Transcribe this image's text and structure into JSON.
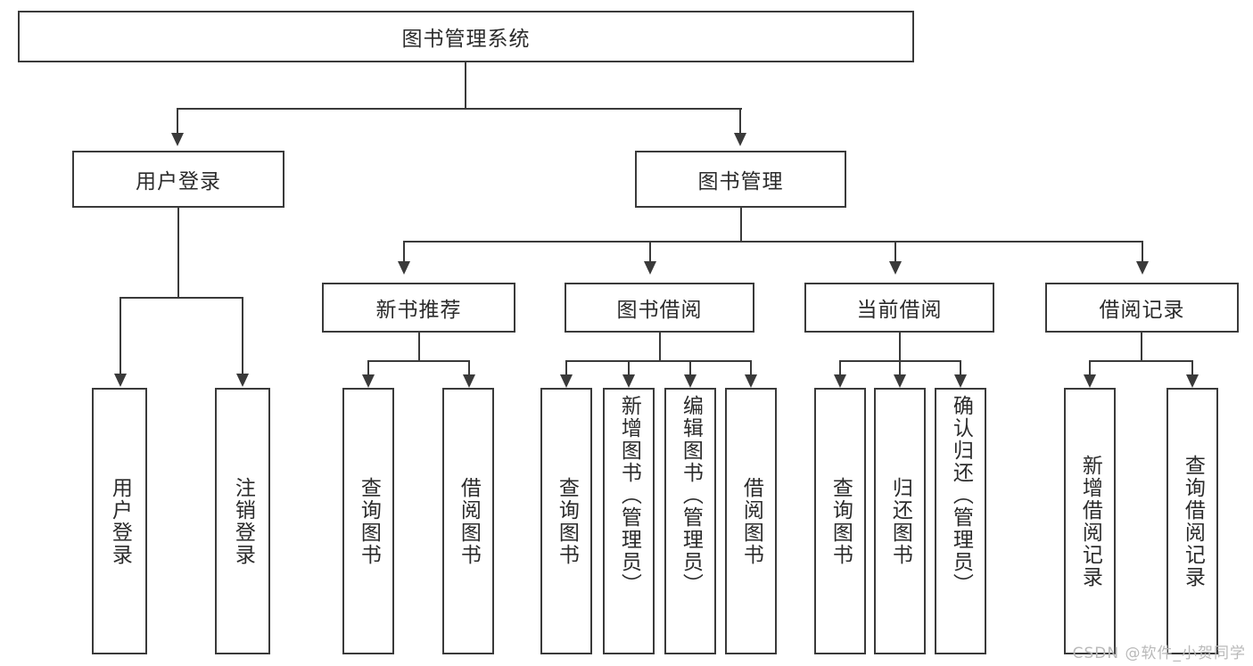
{
  "diagram": {
    "type": "tree",
    "title": "图书管理系统",
    "root": {
      "id": "root",
      "label": "图书管理系统"
    },
    "level2": [
      {
        "id": "user-login",
        "label": "用户登录"
      },
      {
        "id": "book-manage",
        "label": "图书管理"
      }
    ],
    "level3": [
      {
        "id": "new-book-recommend",
        "label": "新书推荐"
      },
      {
        "id": "book-borrow",
        "label": "图书借阅"
      },
      {
        "id": "current-borrow",
        "label": "当前借阅"
      },
      {
        "id": "borrow-record",
        "label": "借阅记录"
      }
    ],
    "leaves": {
      "user_login": [
        {
          "id": "leaf-user-login",
          "label": "用户登录"
        },
        {
          "id": "leaf-logout",
          "label": "注销登录"
        }
      ],
      "new_book_recommend": [
        {
          "id": "leaf-query-book-1",
          "label": "查询图书"
        },
        {
          "id": "leaf-borrow-book-1",
          "label": "借阅图书"
        }
      ],
      "book_borrow": [
        {
          "id": "leaf-query-book-2",
          "label": "查询图书"
        },
        {
          "id": "leaf-add-book",
          "label": "新增图书（管理员）"
        },
        {
          "id": "leaf-edit-book",
          "label": "编辑图书（管理员）"
        },
        {
          "id": "leaf-borrow-book-2",
          "label": "借阅图书"
        }
      ],
      "current_borrow": [
        {
          "id": "leaf-query-book-3",
          "label": "查询图书"
        },
        {
          "id": "leaf-return-book",
          "label": "归还图书"
        },
        {
          "id": "leaf-confirm-return",
          "label": "确认归还（管理员）"
        }
      ],
      "borrow_record": [
        {
          "id": "leaf-add-record",
          "label": "新增借阅记录"
        },
        {
          "id": "leaf-query-record",
          "label": "查询借阅记录"
        }
      ]
    },
    "colors": {
      "stroke": "#3a3a3a",
      "fill": "#ffffff",
      "text": "#2b2b2b",
      "watermark": "#b9b9b9"
    }
  },
  "watermark": {
    "text": "CSDN @软件_小贺同学"
  }
}
